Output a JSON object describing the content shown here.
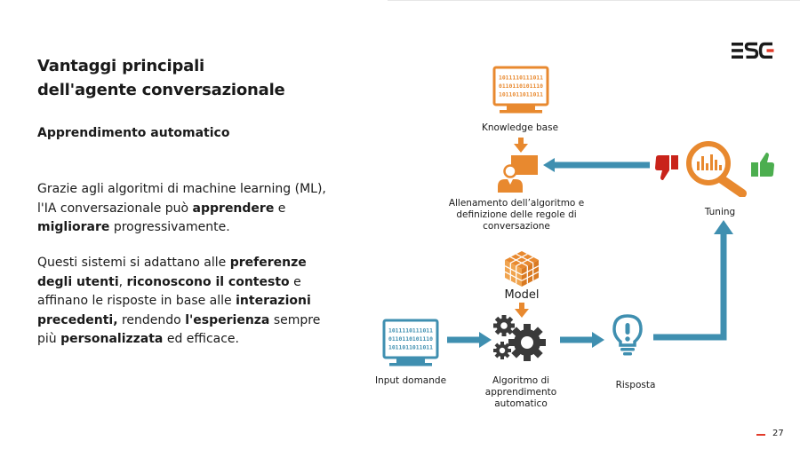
{
  "title_lines": [
    "Vantaggi principali",
    "dell'agente conversazionale"
  ],
  "subtitle": "Apprendimento automatico",
  "para1": [
    {
      "t": "Grazie agli algoritmi di machine learning (ML), l'IA conversazionale può ",
      "b": false
    },
    {
      "t": "apprendere",
      "b": true
    },
    {
      "t": " e ",
      "b": false
    },
    {
      "t": "migliorare",
      "b": true
    },
    {
      "t": " progressivamente.",
      "b": false
    }
  ],
  "para2": [
    {
      "t": "Questi sistemi si adattano alle ",
      "b": false
    },
    {
      "t": "preferenze degli utenti",
      "b": true
    },
    {
      "t": ", ",
      "b": false
    },
    {
      "t": "riconoscono il contesto",
      "b": true
    },
    {
      "t": " e affinano le risposte in base alle ",
      "b": false
    },
    {
      "t": "interazioni precedenti,",
      "b": true
    },
    {
      "t": " rendendo ",
      "b": false
    },
    {
      "t": "l'esperienza",
      "b": true
    },
    {
      "t": " sempre più ",
      "b": false
    },
    {
      "t": "personalizzata",
      "b": true
    },
    {
      "t": " ed efficace.",
      "b": false
    }
  ],
  "logo": "ESG",
  "binary_lines": [
    "1011110111011",
    "0110110101110",
    "1011011011011"
  ],
  "diagram": {
    "knowledge_base": "Knowledge base",
    "training": [
      "Allenamento dell’algoritmo e",
      "definizione delle regole di",
      "conversazione"
    ],
    "tuning": "Tuning",
    "model": "Model",
    "input": "Input domande",
    "algorithm": [
      "Algoritmo di",
      "apprendimento",
      "automatico"
    ],
    "response": "Risposta"
  },
  "page_number": "27",
  "colors": {
    "orange": "#e8892f",
    "blue": "#3f8fb0",
    "red": "#c9231a",
    "green": "#4cae4f",
    "text": "#1a1a1a",
    "accent": "#e23b2a"
  },
  "icons": [
    "binary-monitor-icon",
    "presenter-icon",
    "thumbs-down-icon",
    "magnifier-chart-icon",
    "thumbs-up-icon",
    "cube-grid-icon",
    "gears-icon",
    "lightbulb-icon"
  ]
}
